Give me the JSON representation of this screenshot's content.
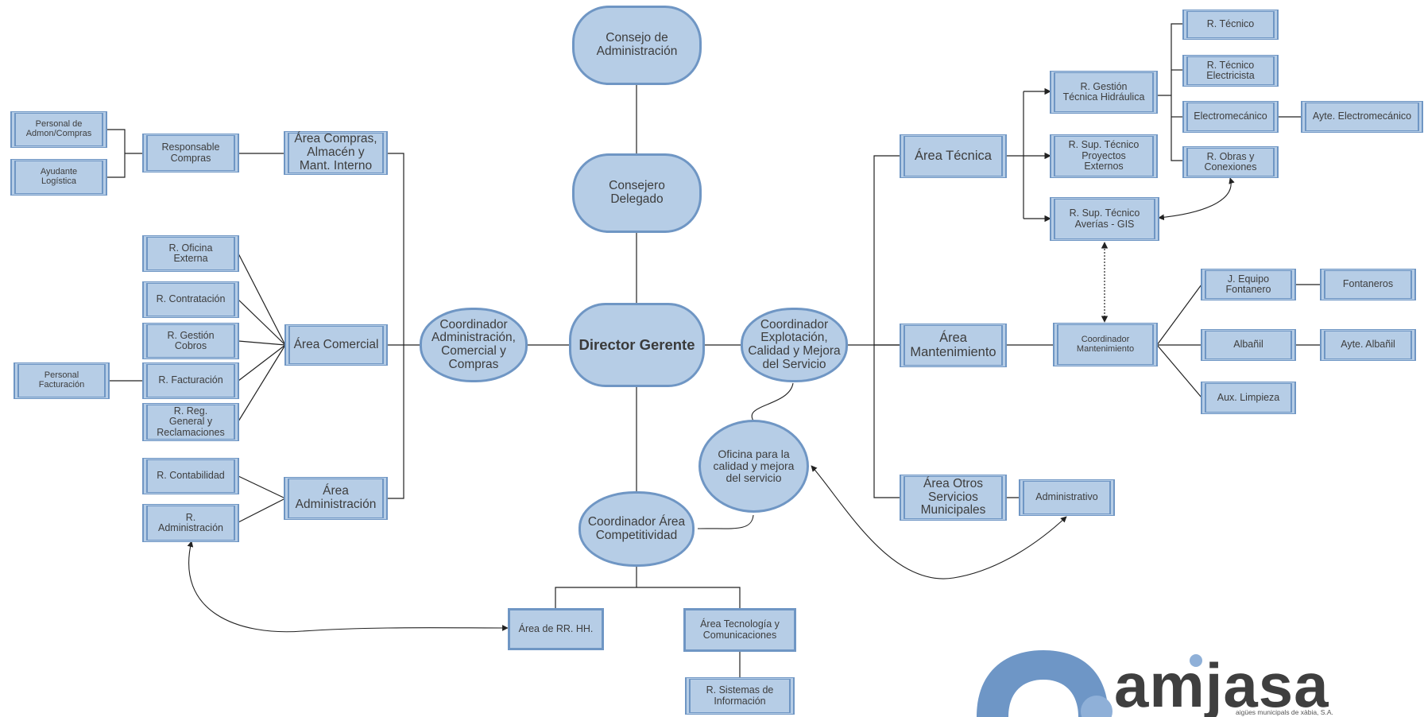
{
  "nodes": {
    "consejo_admin": "Consejo de\nAdministración",
    "consejero_delegado": "Consejero\nDelegado",
    "director_gerente": "Director Gerente",
    "coord_admin": "Coordinador\nAdministración,\nComercial y\nCompras",
    "coord_explot": "Coordinador\nExplotación,\nCalidad y Mejora\ndel Servicio",
    "coord_compet": "Coordinador Área\nCompetitividad",
    "oficina_calidad": "Oficina para la\ncalidad y mejora\ndel servicio",
    "area_compras": "Área Compras,\nAlmacén y\nMant. Interno",
    "responsable_compras": "Responsable\nCompras",
    "personal_admon": "Personal de\nAdmon/Compras",
    "ayudante_logistica": "Ayudante\nLogística",
    "area_comercial": "Área Comercial",
    "r_oficina_externa": "R. Oficina\nExterna",
    "r_contratacion": "R. Contratación",
    "r_gestion_cobros": "R. Gestión\nCobros",
    "r_facturacion": "R. Facturación",
    "personal_facturacion": "Personal\nFacturación",
    "r_reg_general": "R. Reg.\nGeneral y\nReclamaciones",
    "area_administracion": "Área\nAdministración",
    "r_contabilidad": "R. Contabilidad",
    "r_administracion": "R.\nAdministración",
    "area_rrhh": "Área de RR. HH.",
    "area_tecnologia": "Área Tecnología y\nComunicaciones",
    "r_sistemas": "R. Sistemas de\nInformación",
    "area_tecnica": "Área Técnica",
    "r_gestion_tecnica": "R. Gestión\nTécnica Hidráulica",
    "r_sup_proyectos": "R. Sup. Técnico\nProyectos\nExternos",
    "r_sup_averias": "R. Sup. Técnico\nAverías - GIS",
    "r_tecnico": "R. Técnico",
    "r_tecnico_electricista": "R. Técnico\nElectricista",
    "electromecanico": "Electromecánico",
    "ayte_electromecanico": "Ayte. Electromecánico",
    "r_obras": "R. Obras y\nConexiones",
    "area_mantenimiento": "Área\nMantenimiento",
    "coord_mantenimiento": "Coordinador\nMantenimiento",
    "j_equipo_fontanero": "J. Equipo\nFontanero",
    "fontaneros": "Fontaneros",
    "albanil": "Albañil",
    "ayte_albanil": "Ayte. Albañil",
    "aux_limpieza": "Aux. Limpieza",
    "area_otros": "Área Otros\nServicios\nMunicipales",
    "administrativo": "Administrativo"
  },
  "logo": {
    "name": "amjasa",
    "tagline": "aigües municipals de xàbia, S.A.",
    "colors": {
      "primary": "#6e96c6",
      "dot": "#8fb0d8",
      "text": "#3f3f3f"
    }
  },
  "colors": {
    "node_fill": "#b6cde6",
    "node_border": "#6f96c4",
    "connector": "#222222"
  }
}
